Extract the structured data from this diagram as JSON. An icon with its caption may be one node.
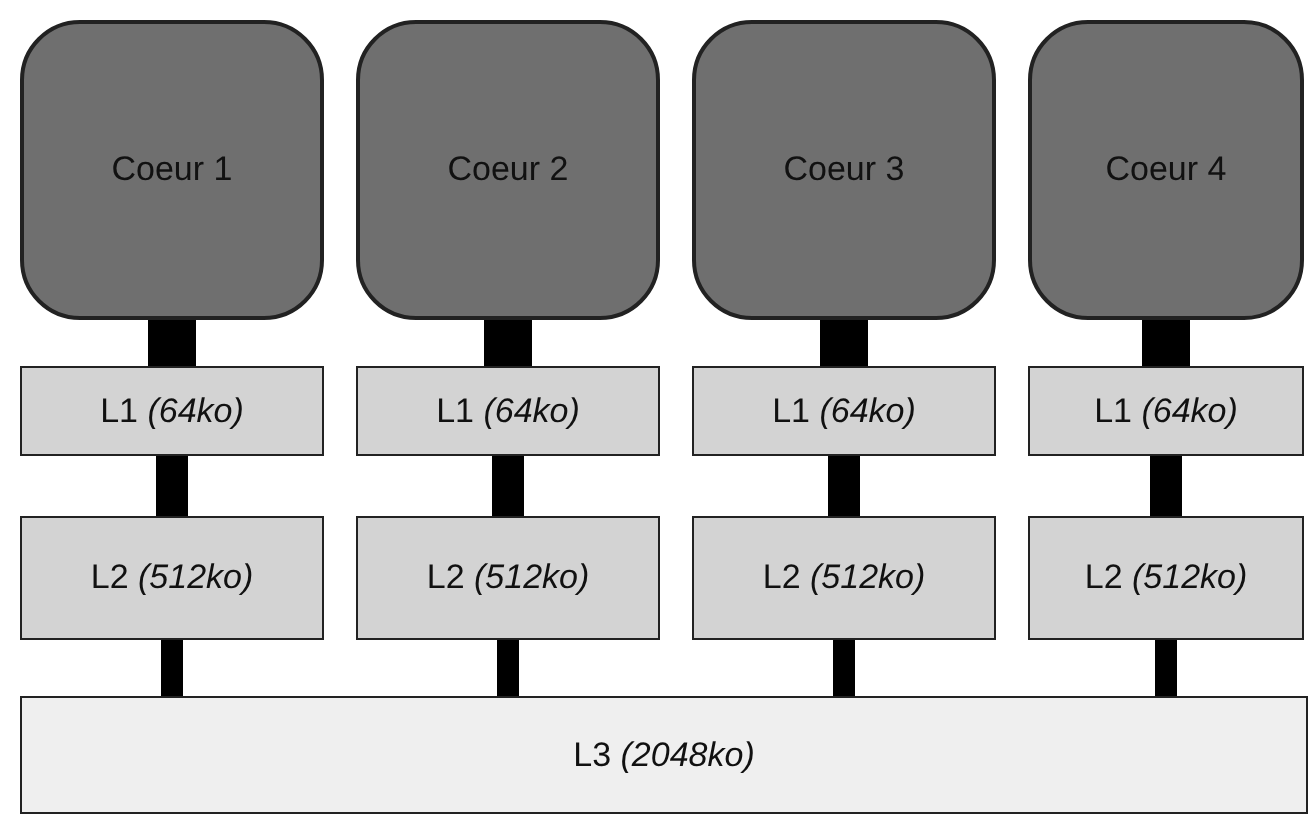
{
  "diagram": {
    "nodes": [
      {
        "text": [
          "Coeur 1"
        ]
      },
      {
        "text": [
          "Coeur 2"
        ]
      },
      {
        "text": [
          "Coeur 3"
        ]
      },
      {
        "text": [
          "Coeur 4"
        ]
      },
      {
        "text": [
          "L1 *(64ko)*"
        ]
      },
      {
        "text": [
          "L1 *(64ko)*"
        ]
      },
      {
        "text": [
          "L1 *(64ko)*"
        ]
      },
      {
        "text": [
          "L1 *(64ko)*"
        ]
      },
      {
        "text": [
          "L2 *(512ko)*"
        ]
      },
      {
        "text": [
          "L2 *(512ko)*"
        ]
      },
      {
        "text": [
          "L2 *(512ko)*"
        ]
      },
      {
        "text": [
          "L2 *(512ko)*"
        ]
      },
      {
        "text": [
          "L3 *(2048ko)*"
        ]
      }
    ],
    "edges": [
      {
        "from": 0,
        "to": 4,
        "arrow": "none"
      },
      {
        "from": 1,
        "to": 5,
        "arrow": "none"
      },
      {
        "from": 2,
        "to": 6,
        "arrow": "none"
      },
      {
        "from": 3,
        "to": 7,
        "arrow": "none"
      },
      {
        "from": 4,
        "to": 8,
        "arrow": "none"
      },
      {
        "from": 5,
        "to": 9,
        "arrow": "none"
      },
      {
        "from": 6,
        "to": 10,
        "arrow": "none"
      },
      {
        "from": 7,
        "to": 11,
        "arrow": "none"
      },
      {
        "from": 8,
        "to": 12,
        "arrow": "none"
      },
      {
        "from": 9,
        "to": 12,
        "arrow": "none"
      },
      {
        "from": 10,
        "to": 12,
        "arrow": "none"
      },
      {
        "from": 11,
        "to": 12,
        "arrow": "none"
      }
    ]
  }
}
